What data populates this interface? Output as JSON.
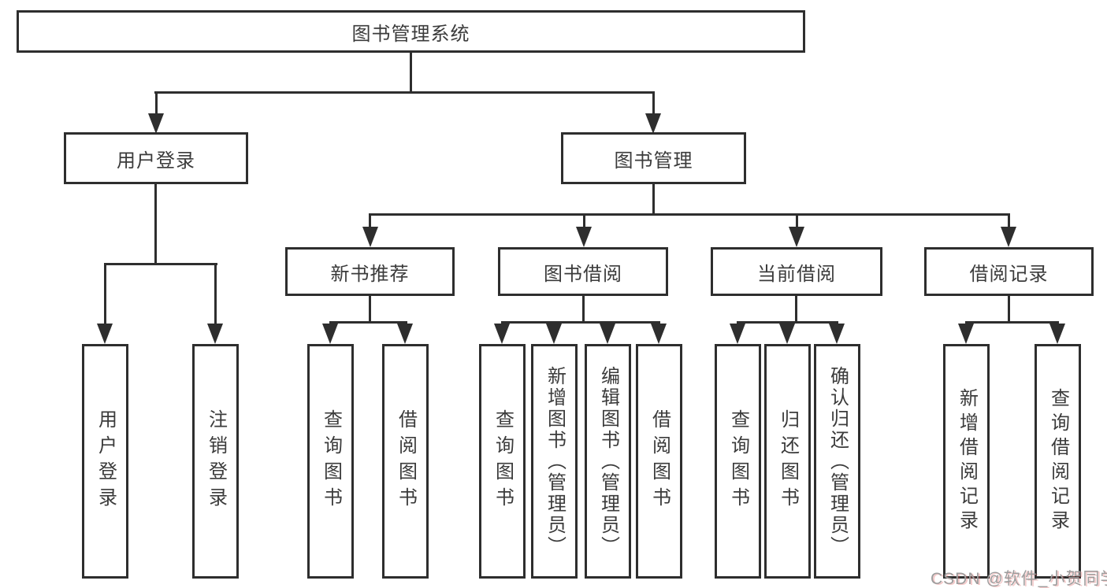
{
  "tree": {
    "root": "图书管理系统",
    "branches": [
      {
        "label": "用户登录",
        "children": [
          "用户登录",
          "注销登录"
        ]
      },
      {
        "label": "图书管理",
        "sections": [
          {
            "label": "新书推荐",
            "children": [
              "查询图书",
              "借阅图书"
            ]
          },
          {
            "label": "图书借阅",
            "children": [
              "查询图书",
              "新增图书（管理员）",
              "编辑图书（管理员）",
              "借阅图书"
            ]
          },
          {
            "label": "当前借阅",
            "children": [
              "查询图书",
              "归还图书",
              "确认归还（管理员）"
            ]
          },
          {
            "label": "借阅记录",
            "children": [
              "新增借阅记录",
              "查询借阅记录"
            ]
          }
        ]
      }
    ]
  },
  "watermark": {
    "text": "CSDN @软件_小贺同学"
  },
  "colors": {
    "line": "#2e2e2e",
    "box_border": "#2e2e2e",
    "text": "#3b3b3b",
    "background": "#ffffff",
    "watermark_gray": "#9d9d9d",
    "watermark_red": "#e06060"
  }
}
